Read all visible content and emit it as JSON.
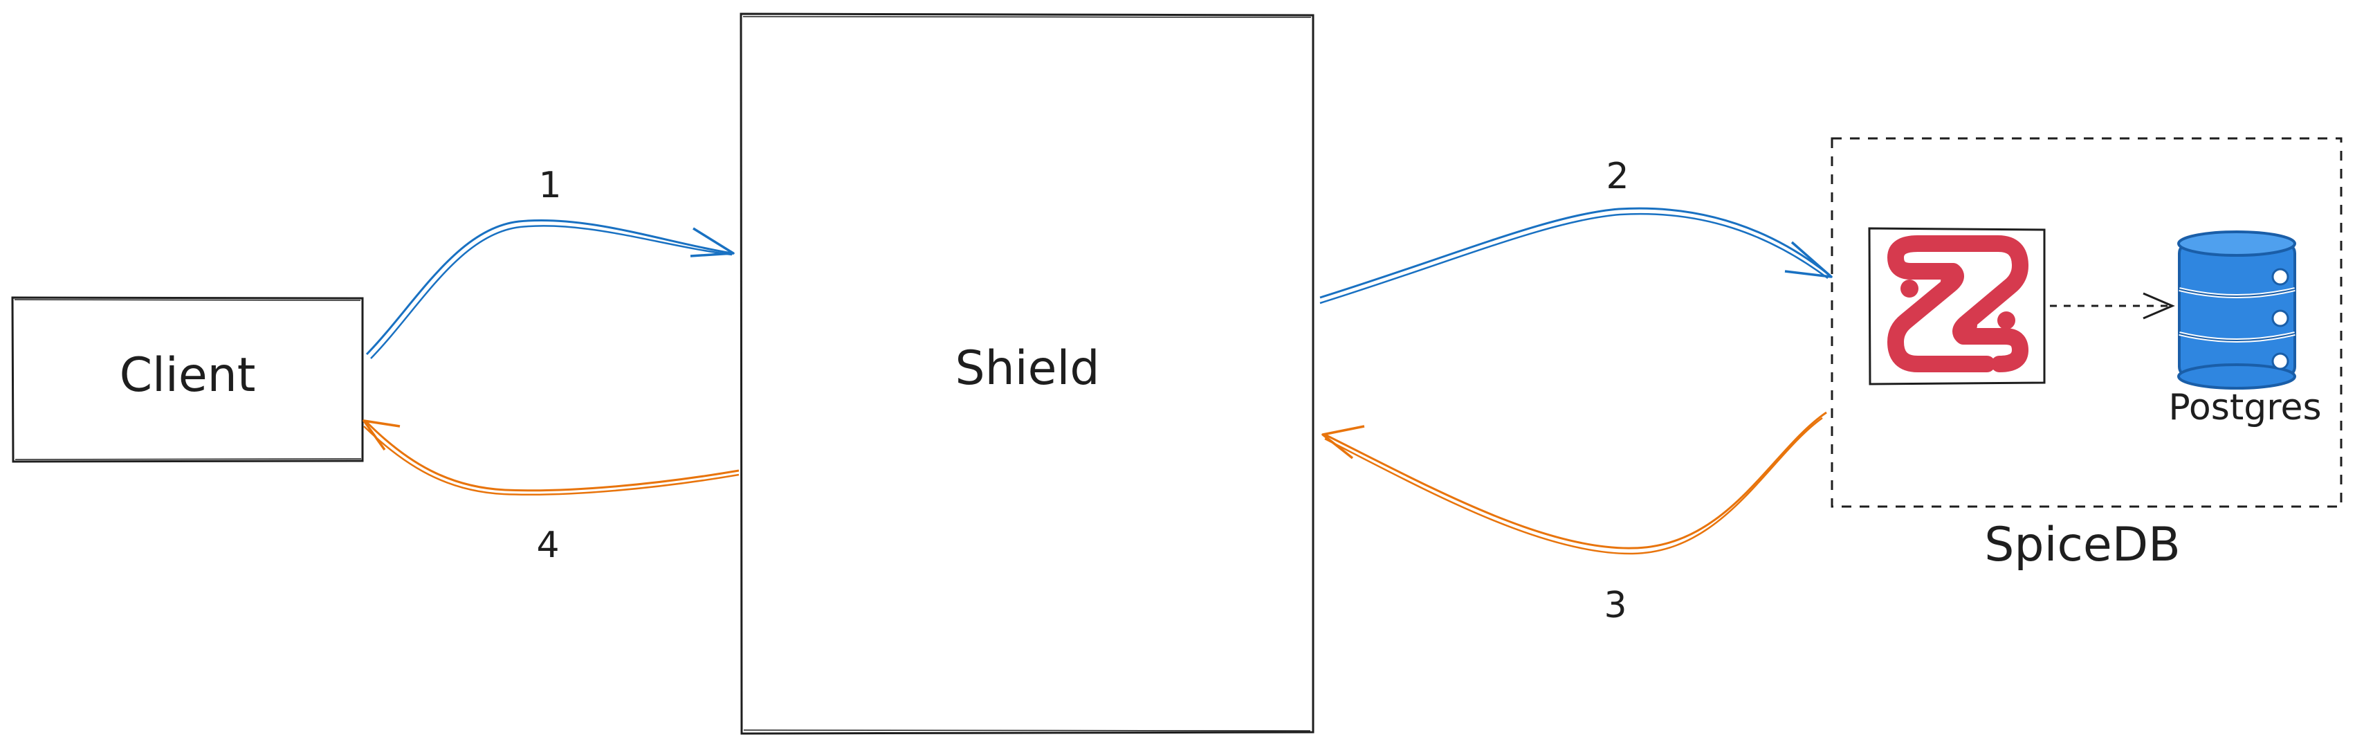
{
  "diagram": {
    "nodes": {
      "client": {
        "label": "Client"
      },
      "shield": {
        "label": "Shield"
      },
      "spicedb": {
        "label": "SpiceDB"
      },
      "postgres": {
        "label": "Postgres"
      }
    },
    "edges": [
      {
        "label": "1",
        "from": "Client",
        "to": "Shield"
      },
      {
        "label": "2",
        "from": "Shield",
        "to": "SpiceDB"
      },
      {
        "label": "3",
        "from": "SpiceDB",
        "to": "Shield"
      },
      {
        "label": "4",
        "from": "Shield",
        "to": "Client"
      }
    ]
  },
  "colors": {
    "request_arrow": "#1971c2",
    "response_arrow": "#e8740c",
    "stroke": "#1e1e1e",
    "spicedb_logo": "#d63a4e",
    "database": "#2f86e0"
  },
  "icons": {
    "spicedb_logo": "spicedb-logo-icon",
    "postgres": "database-icon"
  }
}
